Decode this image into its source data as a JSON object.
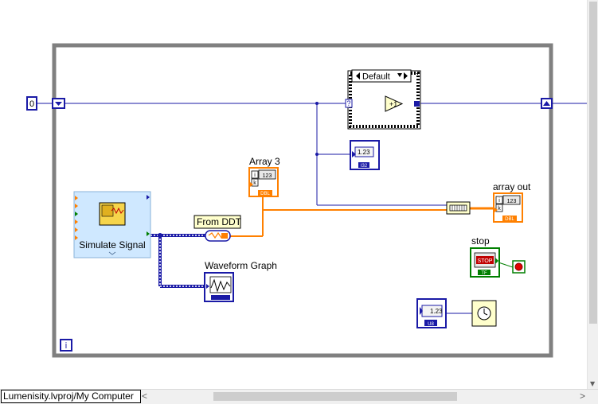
{
  "block_diagram": {
    "shift_register_init": "0",
    "case_selector": "Default",
    "case_selector_arrows": "◀▶▼",
    "question_mark": "?",
    "increment_text": "+1",
    "numeric_text_1": "1.23",
    "numeric_text_2": "1.23",
    "indicator_array3_label": "Array 3",
    "indicator_array_out_label": "array out",
    "array_i": "i",
    "array_k": "k",
    "array_cell_text": "123",
    "dbl_text": "DBL",
    "i32_text": "I32",
    "u8_text": "U8",
    "tf_text": "TF",
    "stop_label": "stop",
    "stop_text": "STOP",
    "from_ddt_label": "From DDT",
    "waveform_graph_label": "Waveform Graph",
    "simulate_signal_label": "Simulate Signal",
    "iteration_terminal": "i"
  },
  "status_bar": {
    "project_path": "Lumenisity.lvproj/My Computer",
    "left_arrow": "<",
    "right_arrow": ">"
  },
  "colors": {
    "loop_border": "#808080",
    "int_wire": "#1a1aa6",
    "dbl_wire": "#ff8000",
    "dyn_wire": "#1a1aa6",
    "bool_wire": "#007f00"
  }
}
